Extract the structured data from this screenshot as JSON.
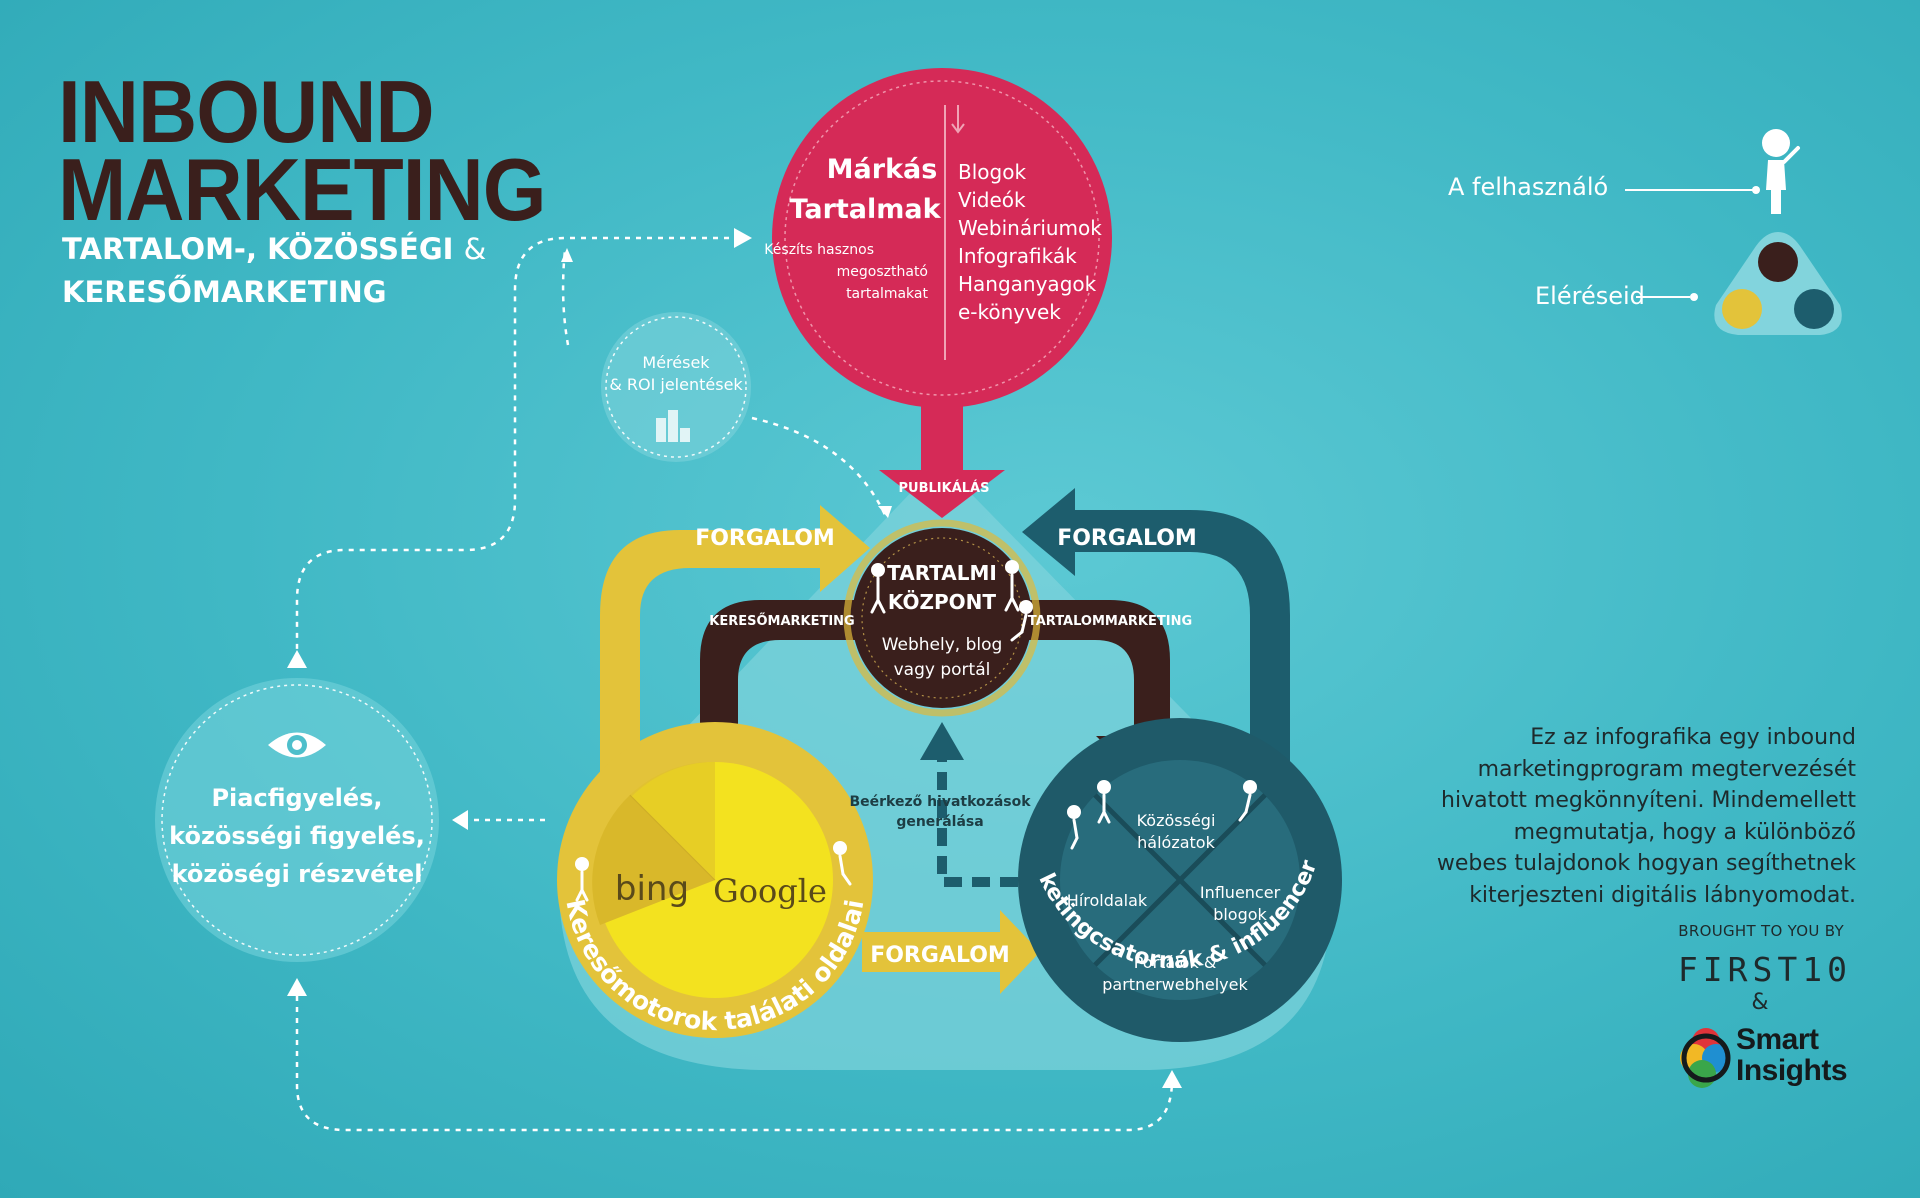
{
  "title": {
    "line1": "INBOUND",
    "line2": "MARKETING"
  },
  "subtitle": {
    "line1": "TARTALOM-, KÖZÖSSÉGI",
    "amp": "&",
    "line2": "KERESŐMARKETING"
  },
  "legend": {
    "user_label": "A felhasználó",
    "reach_label": "Eléréseid"
  },
  "branded_content": {
    "title_line1": "Márkás",
    "title_line2": "Tartalmak",
    "note_line1": "Készíts hasznos",
    "note_line2": "megosztható",
    "note_line3": "tartalmakat",
    "items": [
      "Blogok",
      "Videók",
      "Webináriumok",
      "Infografikák",
      "Hanganyagok",
      "e-könyvek"
    ]
  },
  "measurement": {
    "line1": "Mérések",
    "line2": "& ROI jelentések"
  },
  "publish_label": "PUBLIKÁLÁS",
  "hub": {
    "title_line1": "TARTALMI",
    "title_line2": "KÖZPONT",
    "sub_line1": "Webhely, blog",
    "sub_line2": "vagy portál"
  },
  "traffic_label": "FORGALOM",
  "seo_label": "KERESŐMARKETING",
  "content_marketing_label": "TARTALOMMARKETING",
  "inbound_links": {
    "line1": "Beérkező hivatkozások",
    "line2": "generálása"
  },
  "serp": {
    "arc_label": "Keresőmotorok találati oldalai",
    "bing": "bing",
    "google": "Google"
  },
  "external": {
    "arc_label": "Külső marketingcsatornák & influencer webhelyek",
    "q_top_line1": "Közösségi",
    "q_top_line2": "hálózatok",
    "q_left": "Híroldalak",
    "q_right_line1": "Influencer",
    "q_right_line2": "blogok",
    "q_bottom_line1": "Portálok &",
    "q_bottom_line2": "partnerwebhelyek"
  },
  "monitoring": {
    "line1": "Piacfigyelés,",
    "line2": "közösségi figyelés,",
    "line3": "közöségi részvétel"
  },
  "description": [
    "Ez az infografika egy inbound",
    "marketingprogram  megtervezését",
    "hivatott megkönnyíteni. Mindemellett",
    "megmutatja, hogy  a különböző",
    "webes tulajdonok hogyan segíthetnek",
    "kiterjeszteni digitális lábnyomodat."
  ],
  "credits": {
    "brought": "BROUGHT TO YOU BY",
    "first10": "FIRST10",
    "amp": "&",
    "smart": "Smart",
    "insights": "Insights"
  },
  "colors": {
    "crimson": "#d52a57",
    "dark_brown": "#3a1f1c",
    "yellow": "#f3d436",
    "gold": "#e3c33a",
    "teal_dark": "#1d5d6d",
    "teal_ring": "#1f5a69",
    "bg": "#40b8c5"
  }
}
